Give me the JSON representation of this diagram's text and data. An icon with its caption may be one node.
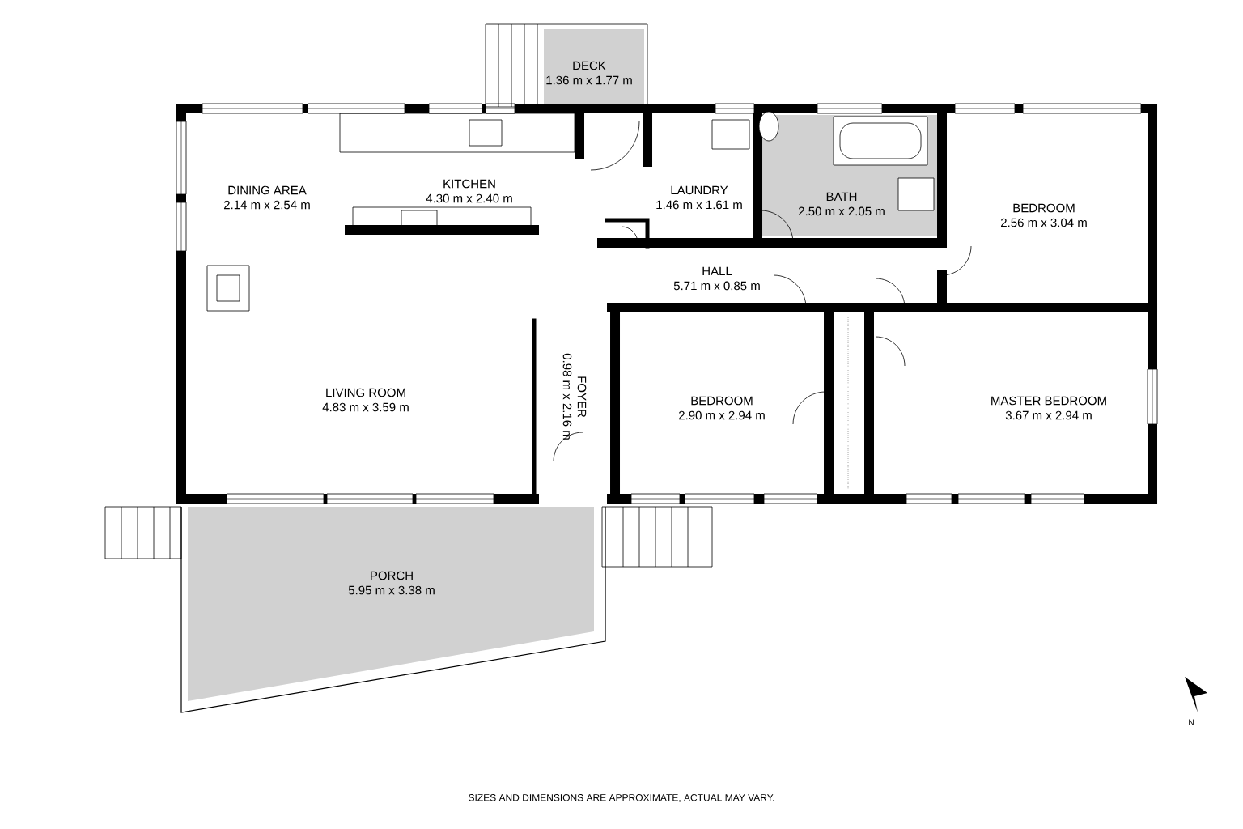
{
  "diagram": {
    "nodes": [
      {
        "text": [
          "DECK",
          "1.36 m x 1.77 m"
        ]
      },
      {
        "text": [
          "DINING AREA",
          "2.14 m x 2.54 m"
        ]
      },
      {
        "text": [
          "KITCHEN",
          "4.30 m x 2.40 m"
        ]
      },
      {
        "text": [
          "LAUNDRY",
          "1.46 m x 1.61 m"
        ]
      },
      {
        "text": [
          "BATH",
          "2.50 m x 2.05 m"
        ]
      },
      {
        "text": [
          "BEDROOM",
          "2.56 m x 3.04 m"
        ]
      },
      {
        "text": [
          "HALL",
          "5.71 m x 0.85 m"
        ]
      },
      {
        "text": [
          "LIVING ROOM",
          "4.83 m x 3.59 m"
        ]
      },
      {
        "text": [
          "FOYER",
          "0.98 m x 2.16 m"
        ]
      },
      {
        "text": [
          "BEDROOM",
          "2.90 m x 2.94 m"
        ]
      },
      {
        "text": [
          "MASTER BEDROOM",
          "3.67 m x 2.94 m"
        ]
      },
      {
        "text": [
          "PORCH",
          "5.95 m x 3.38 m"
        ]
      }
    ],
    "labels": [
      "SIZES AND DIMENSIONS ARE APPROXIMATE, ACTUAL MAY VARY.",
      "N"
    ]
  }
}
